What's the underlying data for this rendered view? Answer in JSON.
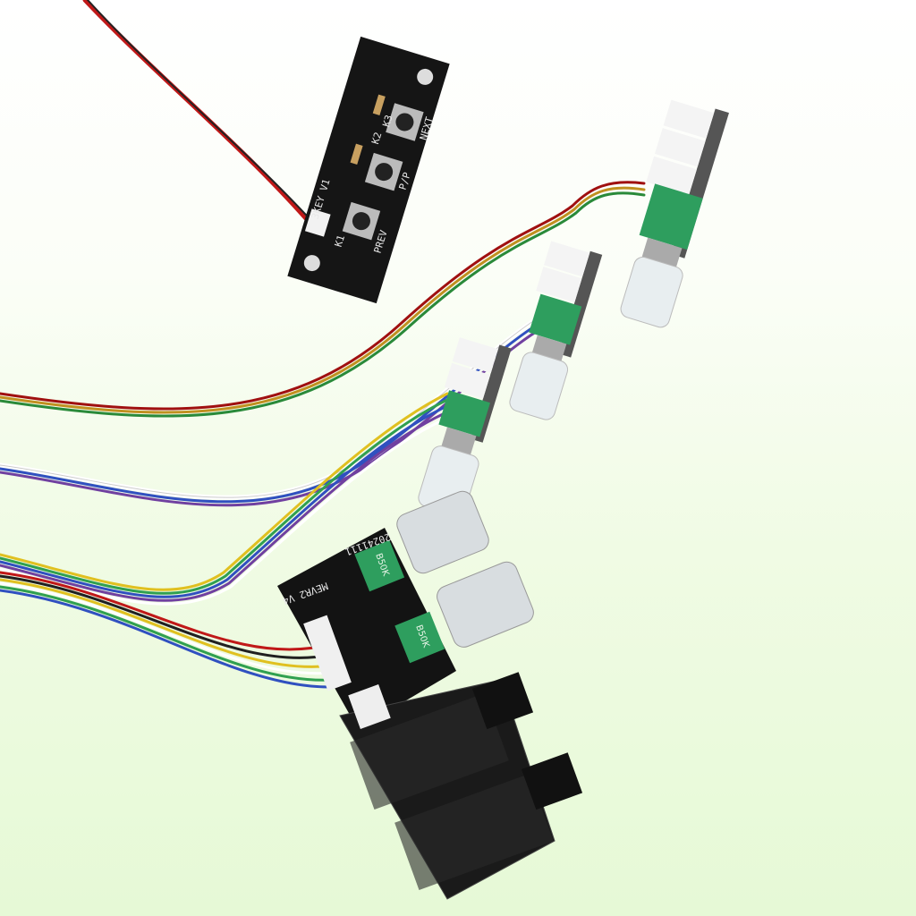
{
  "key_board": {
    "name": "3KEY V1",
    "buttons": [
      "NEXT",
      "P/P",
      "PREV"
    ],
    "refs": [
      "K1",
      "K2",
      "K3"
    ]
  },
  "main_board": {
    "name": "MEVR2 V4",
    "date": "20241111",
    "pot_values": [
      "B50K",
      "B50K"
    ]
  },
  "colors": {
    "pcb": "#141414",
    "pot_green": "#2e9e5e",
    "bg_bottom": "#e6f9d6"
  }
}
